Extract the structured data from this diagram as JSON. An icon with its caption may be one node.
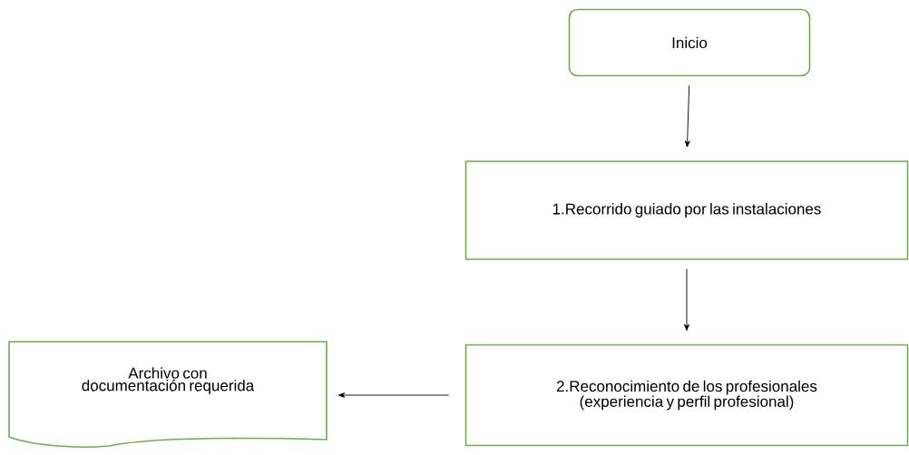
{
  "diagram": {
    "nodes": [
      {
        "text": [
          "Inicio"
        ]
      },
      {
        "text": [
          "1.Recorrido guiado por las instalaciones"
        ]
      },
      {
        "text": [
          "2.Reconocimiento de los profesionales (experiencia y perfil profesional)"
        ]
      },
      {
        "text": [
          "Archivo con documentación requerida"
        ]
      }
    ],
    "edges": [
      {
        "from": 0,
        "to": 1,
        "arrow": "to"
      },
      {
        "from": 1,
        "to": 2,
        "arrow": "to"
      },
      {
        "from": 2,
        "to": 3,
        "arrow": "to"
      }
    ]
  }
}
